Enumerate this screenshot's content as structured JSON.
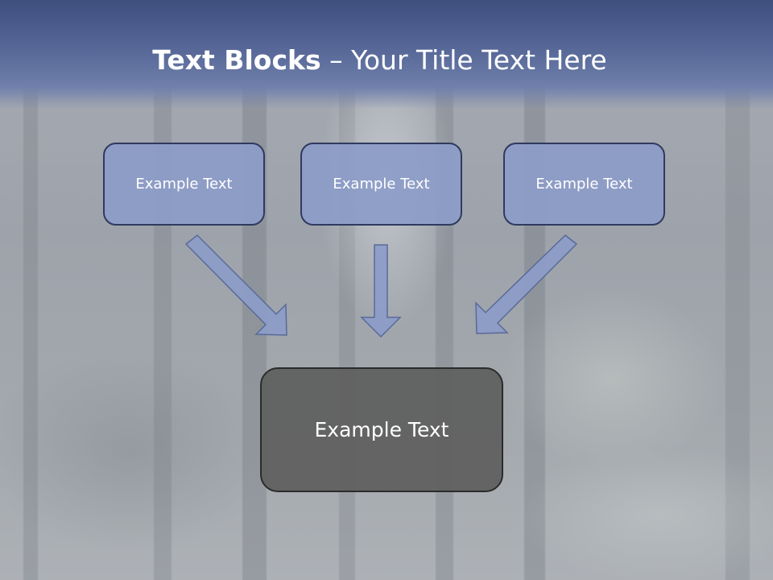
{
  "slide": {
    "title_bold": "Text Blocks",
    "title_dash": " – ",
    "title_rest": "Your Title Text Here"
  },
  "blocks": [
    {
      "label": "Example Text"
    },
    {
      "label": "Example Text"
    },
    {
      "label": "Example Text"
    }
  ],
  "result": {
    "label": "Example Text"
  },
  "colors": {
    "header": "#4b5c8d",
    "block_fill": "#8c9cc8",
    "block_border": "#2f3a5e",
    "result_fill": "#606060"
  }
}
